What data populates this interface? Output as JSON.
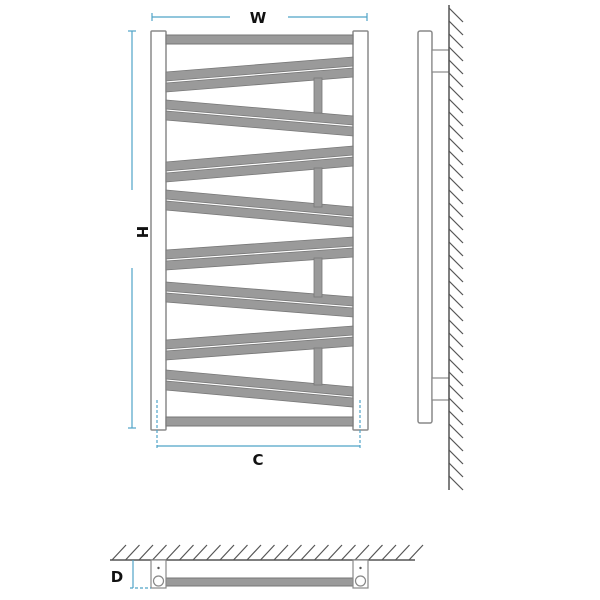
{
  "labels": {
    "width": "W",
    "height": "H",
    "centers": "C",
    "depth": "D"
  },
  "colors": {
    "dimension": "#4fa3c7",
    "bar": "#9a9a9a",
    "outline": "#6f6f6f",
    "wall": "#555555"
  }
}
